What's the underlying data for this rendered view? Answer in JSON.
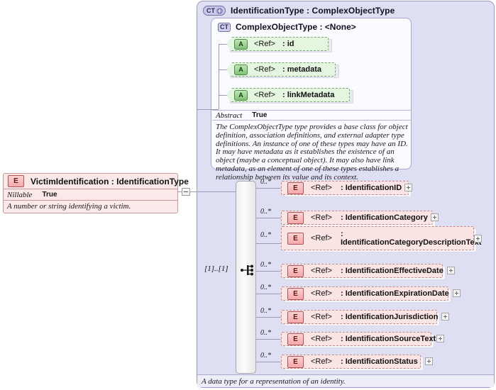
{
  "complex_type_panel": {
    "badge": "CT",
    "title": "IdentificationType : ComplexObjectType",
    "footer_documentation": "A data type for a representation of an identity.",
    "sequence_cardinality": "[1]..[1]"
  },
  "base_type_box": {
    "badge": "CT",
    "title": "ComplexObjectType : <None>",
    "abstract_key": "Abstract",
    "abstract_value": "True",
    "documentation": "The ComplexObjectType type provides a base class for object definition, association definitions, and external adapter type definitions. An instance of one of these types may have an ID. It may have metadata as it establishes the existence of an object (maybe a conceptual object). It may also have link metadata, as an element of one of these types establishes a relationship between its value and its context.",
    "attributes": [
      {
        "badge": "A",
        "ref": "<Ref>",
        "name": ": id"
      },
      {
        "badge": "A",
        "ref": "<Ref>",
        "name": ": metadata"
      },
      {
        "badge": "A",
        "ref": "<Ref>",
        "name": ": linkMetadata"
      }
    ]
  },
  "element_box": {
    "badge": "E",
    "title": "VictimIdentification : IdentificationType",
    "nillable_key": "Nillable",
    "nillable_value": "True",
    "documentation": "A number or string identifying a victim."
  },
  "elements": [
    {
      "badge": "E",
      "ref": "<Ref>",
      "name": ": IdentificationID",
      "occurs": "0..*"
    },
    {
      "badge": "E",
      "ref": "<Ref>",
      "name": ": IdentificationCategory",
      "occurs": "0..*"
    },
    {
      "badge": "E",
      "ref": "<Ref>",
      "name": ": IdentificationCategoryDescriptionText",
      "occurs": "0..*"
    },
    {
      "badge": "E",
      "ref": "<Ref>",
      "name": ": IdentificationEffectiveDate",
      "occurs": "0..*"
    },
    {
      "badge": "E",
      "ref": "<Ref>",
      "name": ": IdentificationExpirationDate",
      "occurs": "0..*"
    },
    {
      "badge": "E",
      "ref": "<Ref>",
      "name": ": IdentificationJurisdiction",
      "occurs": "0..*"
    },
    {
      "badge": "E",
      "ref": "<Ref>",
      "name": ": IdentificationSourceText",
      "occurs": "0..*"
    },
    {
      "badge": "E",
      "ref": "<Ref>",
      "name": ": IdentificationStatus",
      "occurs": "0..*"
    }
  ],
  "colors": {
    "panel_bg": "#dfdff4",
    "panel_border": "#9a9ac4",
    "element_pink": "#fbe4e4",
    "element_border": "#c08d8d",
    "attribute_green": "#e4f5e0",
    "attribute_border": "#79a972"
  }
}
